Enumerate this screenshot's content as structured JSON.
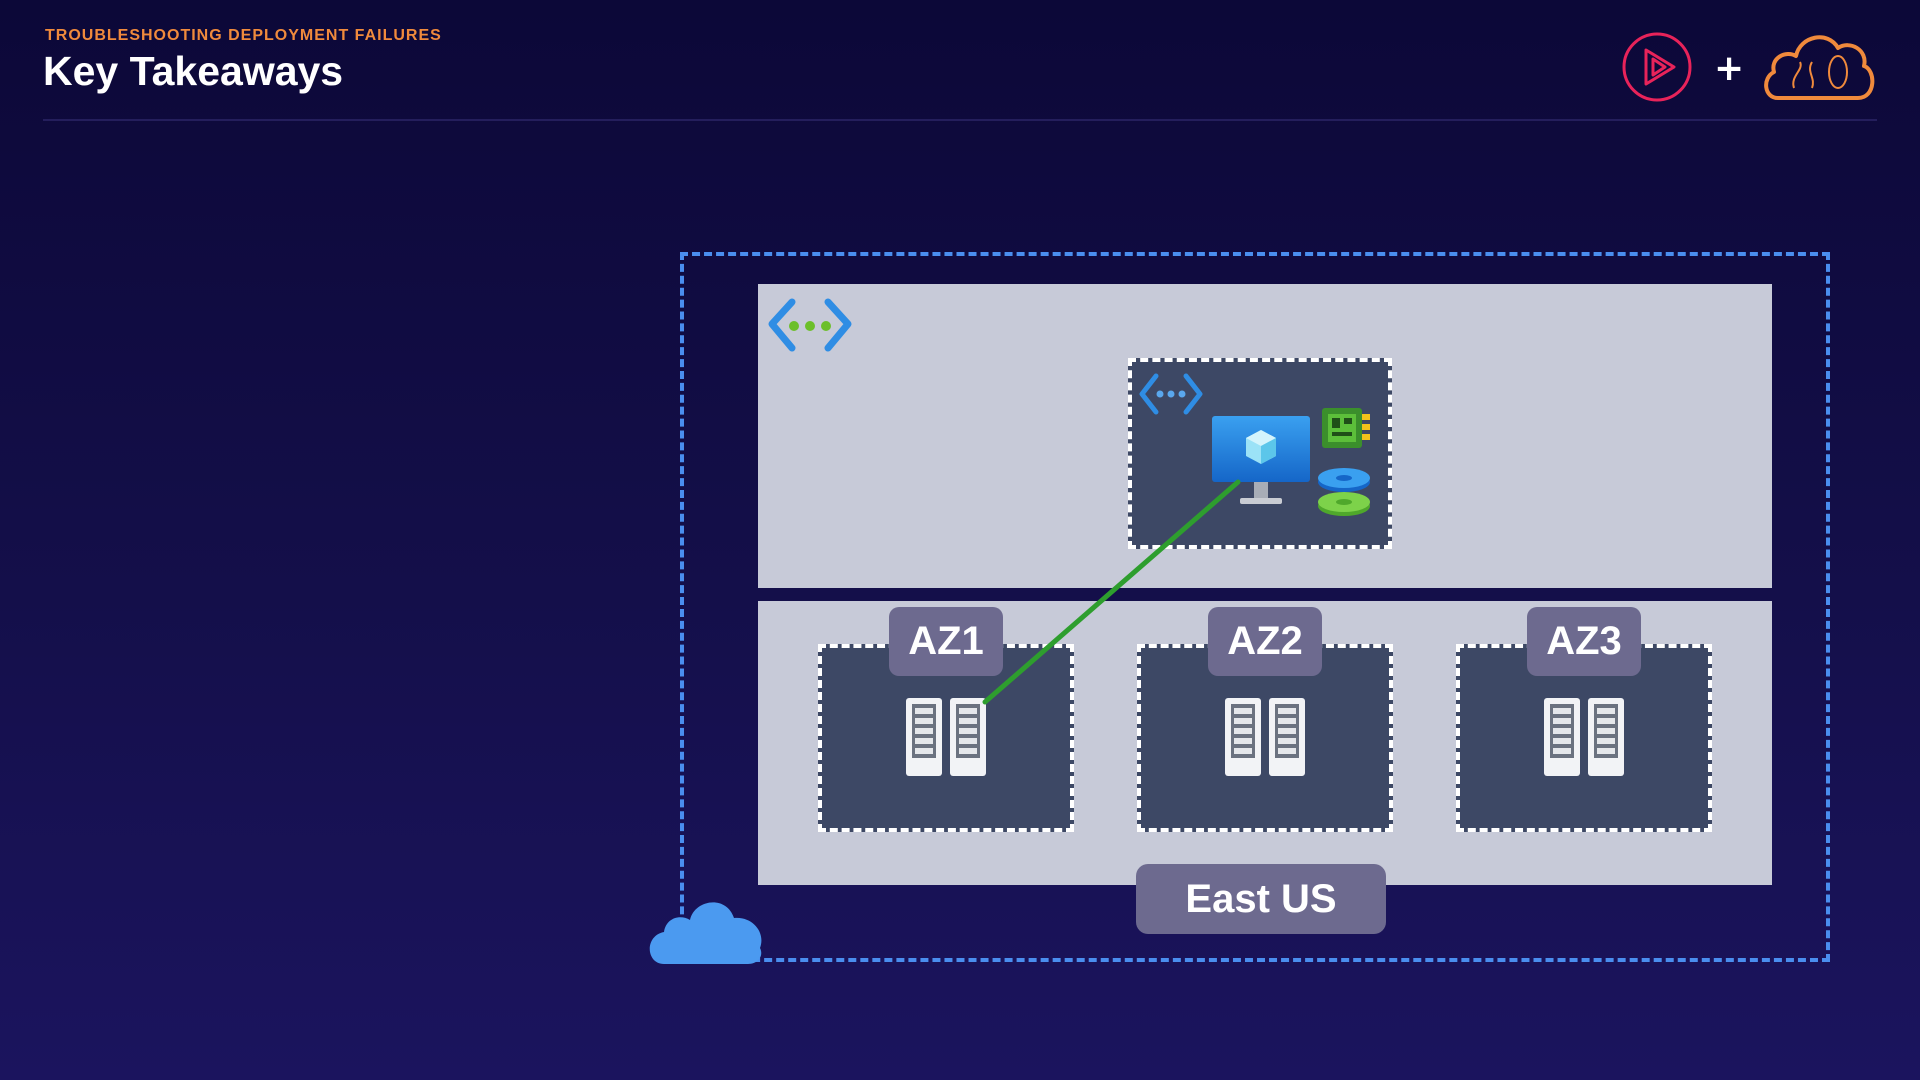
{
  "header": {
    "eyebrow": "TROUBLESHOOTING DEPLOYMENT FAILURES",
    "title": "Key Takeaways"
  },
  "logos": {
    "plus": "+",
    "icons": [
      "play-logo-icon",
      "cloud-logo-icon"
    ]
  },
  "diagram": {
    "region_label": "East US",
    "zones": [
      {
        "label": "AZ1",
        "icon": "server-rack-icon"
      },
      {
        "label": "AZ2",
        "icon": "server-rack-icon"
      },
      {
        "label": "AZ3",
        "icon": "server-rack-icon"
      }
    ],
    "icons": [
      "virtual-network-icon",
      "subnet-icon",
      "virtual-machine-icon",
      "nic-icon",
      "disk-icon",
      "cloud-icon"
    ],
    "connector_color": "#2e9e2e"
  },
  "colors": {
    "accent_orange": "#f08a3c",
    "dashed_blue": "#4a8eef",
    "panel": "#c7cad8",
    "box_dark": "#3d4865",
    "label_bg": "#6d6a8f"
  }
}
